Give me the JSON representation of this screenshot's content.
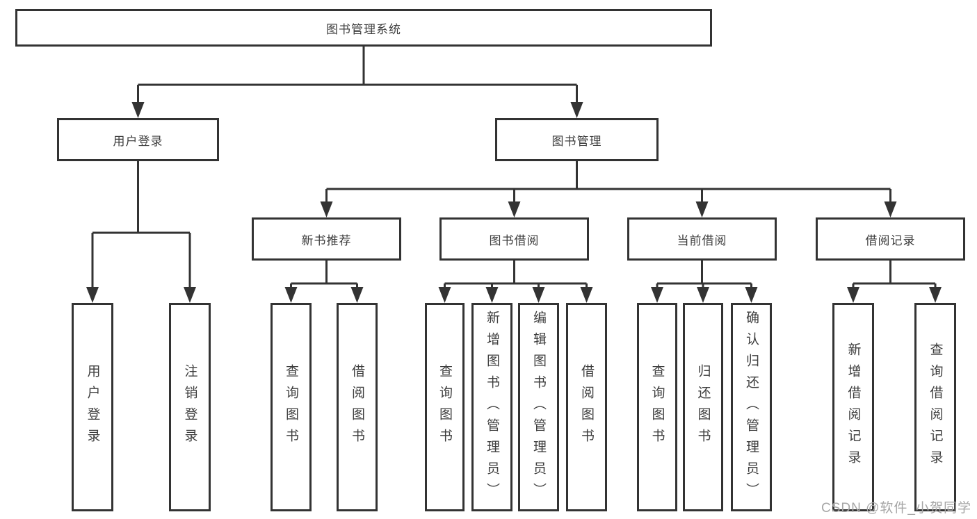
{
  "tree": {
    "label": "图书管理系统",
    "children": [
      {
        "label": "用户登录",
        "children": [
          {
            "label": "用户登录"
          },
          {
            "label": "注销登录"
          }
        ]
      },
      {
        "label": "图书管理",
        "children": [
          {
            "label": "新书推荐",
            "children": [
              {
                "label": "查询图书"
              },
              {
                "label": "借阅图书"
              }
            ]
          },
          {
            "label": "图书借阅",
            "children": [
              {
                "label": "查询图书"
              },
              {
                "label": "新增图书（管理员）"
              },
              {
                "label": "编辑图书（管理员）"
              },
              {
                "label": "借阅图书"
              }
            ]
          },
          {
            "label": "当前借阅",
            "children": [
              {
                "label": "查询图书"
              },
              {
                "label": "归还图书"
              },
              {
                "label": "确认归还（管理员）"
              }
            ]
          },
          {
            "label": "借阅记录",
            "children": [
              {
                "label": "新增借阅记录"
              },
              {
                "label": "查询借阅记录"
              }
            ]
          }
        ]
      }
    ]
  },
  "watermark": "CSDN @软件_小贺同学",
  "colors": {
    "line": "#333333",
    "text": "#3d3d3d",
    "watermark": "#a6a6a6",
    "background": "#ffffff"
  }
}
